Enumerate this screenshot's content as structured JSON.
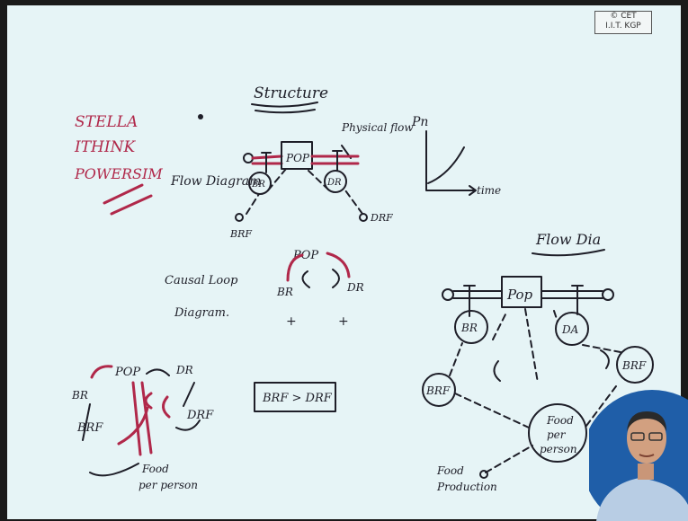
{
  "watermark": {
    "line1": "© CET",
    "line2": "I.I.T. KGP"
  },
  "tools": {
    "stella": "STELLA",
    "ithink": "ITHINK",
    "powersim": "POWERSIM"
  },
  "structure": {
    "title": "Structure",
    "physical_flow": "Physical flow",
    "flow_diagram": "Flow Diagram",
    "causal_loop": "Causal Loop Diagram.",
    "pop": "POP",
    "br": "BR",
    "dr": "DR",
    "brf": "BRF",
    "drf": "DRF",
    "plus": "+"
  },
  "graph": {
    "y_label": "Pn",
    "x_label": "time"
  },
  "condition": "BRF > DRF",
  "loop_left": {
    "pop": "POP",
    "br": "BR",
    "dr": "DR",
    "brf": "BRF",
    "drf": "DRF",
    "food_per_person": "Food per person"
  },
  "flow_dia": {
    "title": "Flow Dia",
    "pop": "Pop",
    "br": "BR",
    "da": "DA",
    "brf_left": "BRF",
    "brf_right": "BRF",
    "food_per_person": "Food per person",
    "food_production": "Food Production"
  }
}
